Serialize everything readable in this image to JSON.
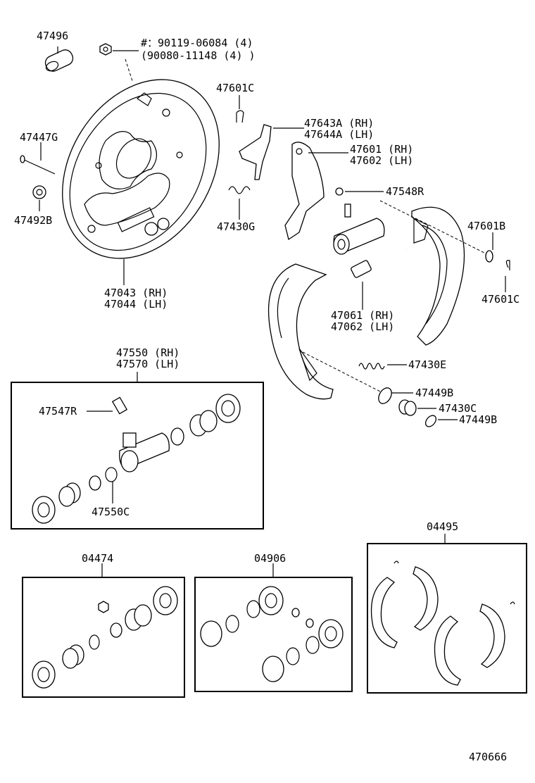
{
  "labels": {
    "p47496": "47496",
    "bolt_line1": "#：90119-06084 (4)",
    "bolt_line2": "(90080-11148 (4) )",
    "p47601c_top": "47601C",
    "p47643a": "47643A (RH)",
    "p47644a": "47644A (LH)",
    "p47447g": "47447G",
    "p47601": "47601 (RH)",
    "p47602": "47602 (LH)",
    "p47548r": "47548R",
    "p47492b": "47492B",
    "p47430g": "47430G",
    "p47601b": "47601B",
    "p47043": "47043 (RH)",
    "p47044": "47044 (LH)",
    "p47601c_right": "47601C",
    "p47061": "47061 (RH)",
    "p47062": "47062 (LH)",
    "p47550": "47550 (RH)",
    "p47570": "47570 (LH)",
    "p47430e": "47430E",
    "p47547r": "47547R",
    "p47449b_1": "47449B",
    "p47430c": "47430C",
    "p47449b_2": "47449B",
    "p47550c": "47550C",
    "kit_04495": "04495",
    "kit_04474": "04474",
    "kit_04906": "04906",
    "diagram_id": "470666"
  }
}
